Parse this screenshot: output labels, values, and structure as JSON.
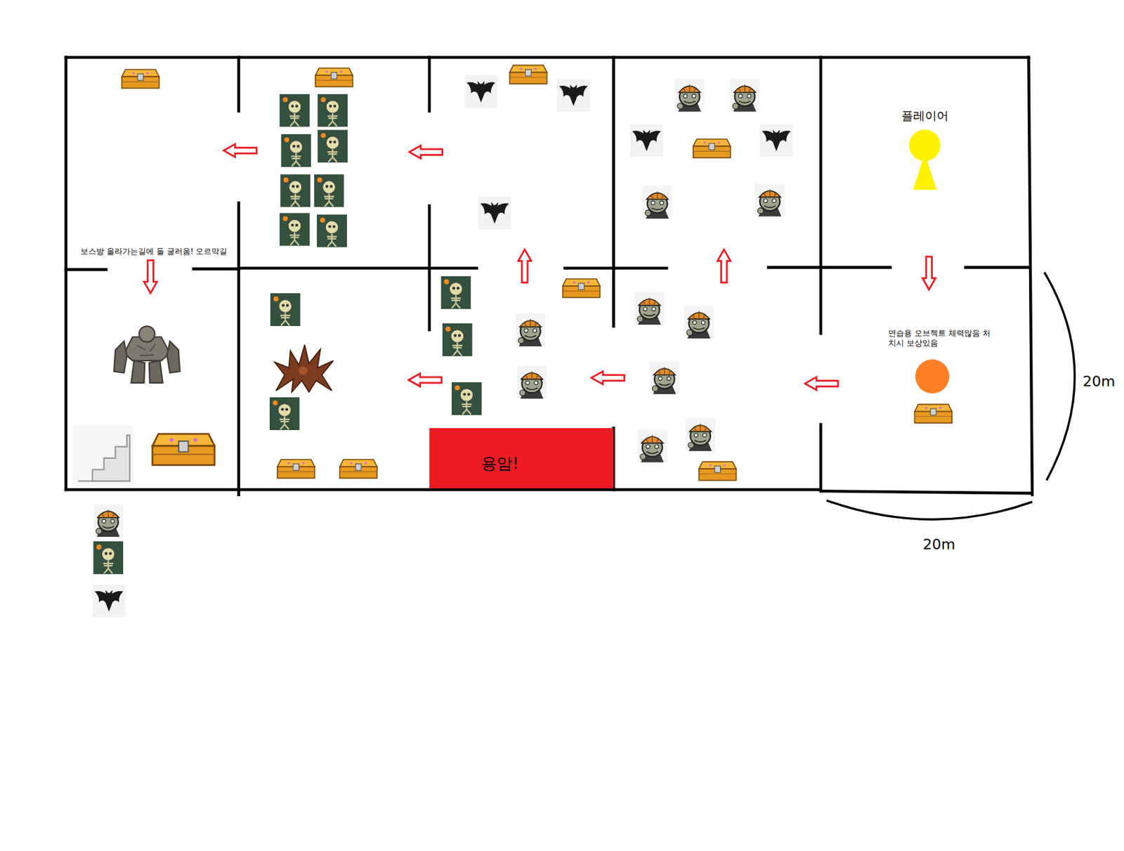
{
  "diagram": {
    "nodes": [
      {
        "text": [
          "플레이어"
        ]
      },
      {
        "text": [
          "연습용 오브젝트 체력많음 처치시 보상있음"
        ]
      },
      {
        "text": [
          "용암!"
        ]
      }
    ],
    "labels": [
      "보스방 올라가는길에 돌 굴러옴! 오르막길",
      "20m",
      "20m"
    ]
  }
}
